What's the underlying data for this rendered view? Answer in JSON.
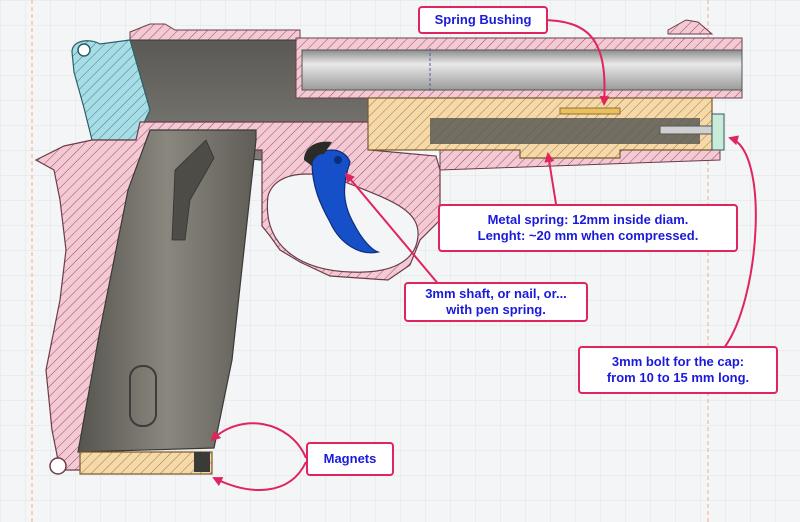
{
  "callouts": {
    "spring_bushing": "Spring Bushing",
    "metal_spring_line1": "Metal spring: 12mm inside diam.",
    "metal_spring_line2": "Lenght: ~20 mm when compressed.",
    "shaft_line1": "3mm shaft, or nail, or...",
    "shaft_line2": "with pen spring.",
    "bolt_line1": "3mm bolt for the cap:",
    "bolt_line2": "from 10 to 15 mm long.",
    "magnets": "Magnets"
  },
  "colors": {
    "background": "#f4f5f7",
    "grid": "#dfe2e6",
    "frame_section": "#f3c9d4",
    "hatch": "#9b4a63",
    "slide_cyan": "#a8dde6",
    "bushing_tan": "#f5d9a8",
    "magazine_gray": "#6f6d66",
    "trigger_blue": "#1650c8",
    "callout_border": "#e0245e",
    "callout_text": "#1a1adb",
    "arrow": "#e0245e"
  }
}
